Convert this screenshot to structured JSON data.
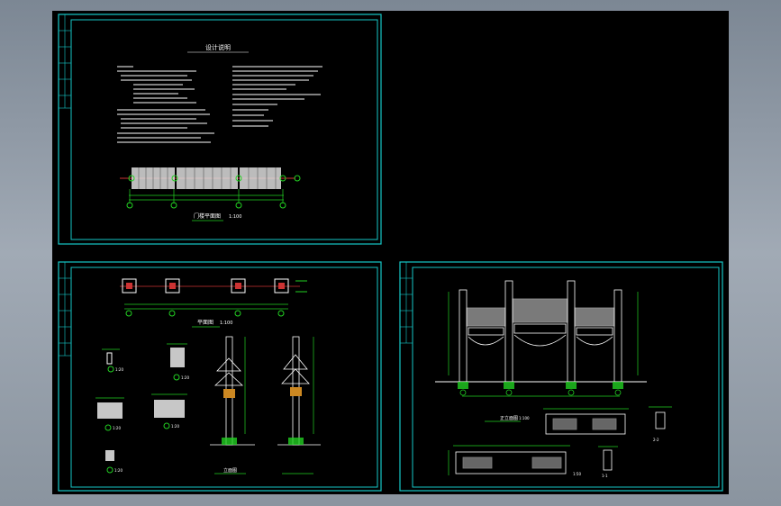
{
  "app": {
    "view": "cad-model-space"
  },
  "colors": {
    "background": "#000000",
    "frame": "#16c9c9",
    "lines": "#e8e8e8",
    "dims": "#22d022",
    "accent": "#cc3333",
    "text": "#ffffff"
  },
  "sheets": [
    {
      "id": "sheet-1",
      "title": "设计说明",
      "detail_label": "门楼平面图",
      "scale": "1:100"
    },
    {
      "id": "sheet-2",
      "title": "平面图",
      "scale": "1:100",
      "section_label": "立面图",
      "details": [
        "1:20",
        "1:20",
        "1:20",
        "1:20",
        "1:20"
      ]
    },
    {
      "id": "sheet-3",
      "title": "正立面图",
      "scale": "1:100",
      "section_labels": [
        "1-1",
        "2-2"
      ],
      "detail_scale": "1:50"
    }
  ]
}
